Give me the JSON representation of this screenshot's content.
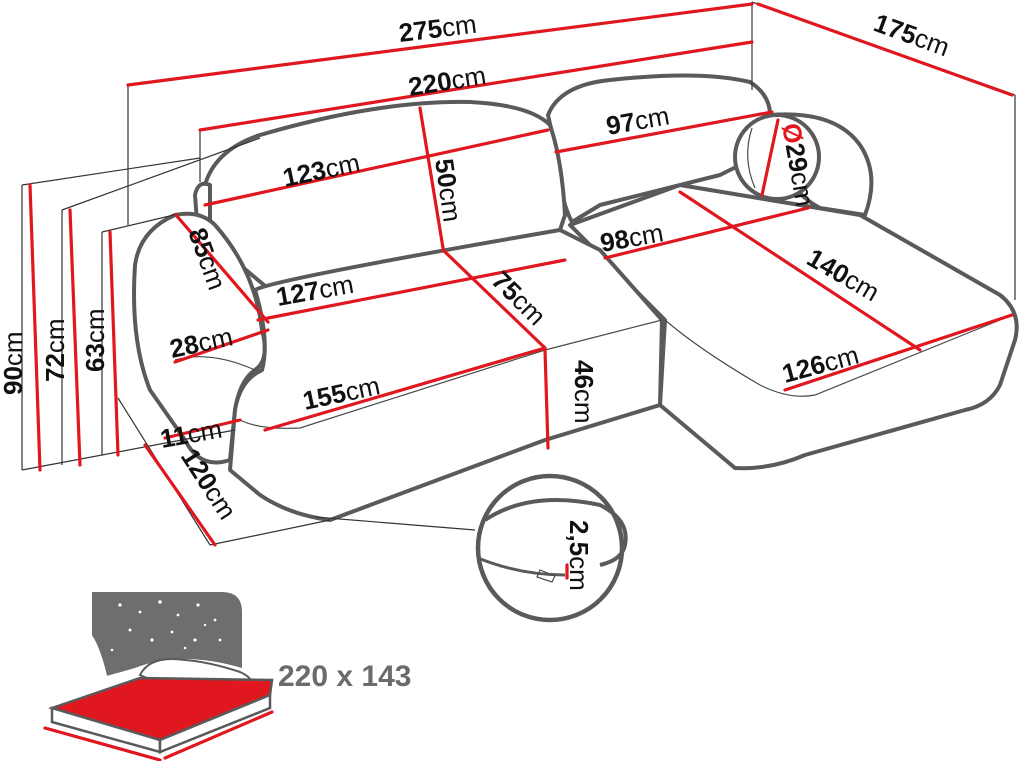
{
  "dimensions": {
    "total_width": {
      "value": "275",
      "unit": "cm"
    },
    "back_width": {
      "value": "220",
      "unit": "cm"
    },
    "depth_chaise": {
      "value": "175",
      "unit": "cm"
    },
    "left_back_cushion": {
      "value": "123",
      "unit": "cm"
    },
    "back_cushion_height": {
      "value": "50",
      "unit": "cm"
    },
    "right_back_cushion": {
      "value": "97",
      "unit": "cm"
    },
    "bolster_diameter": {
      "value": "29",
      "unit": "cm",
      "symbol": "Ø"
    },
    "armrest_length": {
      "value": "85",
      "unit": "cm"
    },
    "armrest_width": {
      "value": "28",
      "unit": "cm"
    },
    "seat_width": {
      "value": "127",
      "unit": "cm"
    },
    "seat_depth": {
      "value": "75",
      "unit": "cm"
    },
    "chaise_back_width": {
      "value": "98",
      "unit": "cm"
    },
    "chaise_length": {
      "value": "140",
      "unit": "cm"
    },
    "chaise_front_width": {
      "value": "126",
      "unit": "cm"
    },
    "front_width": {
      "value": "155",
      "unit": "cm"
    },
    "seat_height": {
      "value": "46",
      "unit": "cm"
    },
    "leg_height": {
      "value": "11",
      "unit": "cm"
    },
    "side_depth": {
      "value": "120",
      "unit": "cm"
    },
    "height_total": {
      "value": "90",
      "unit": "cm"
    },
    "height_back": {
      "value": "72",
      "unit": "cm"
    },
    "height_arm": {
      "value": "63",
      "unit": "cm"
    },
    "foot_height": {
      "value": "2,5",
      "unit": "cm"
    }
  },
  "sleeping_area": {
    "text": "220 x 143"
  },
  "colors": {
    "dimension_line": "#e0171f",
    "outline": "#5a5a5a",
    "bed_surface": "#e0171f",
    "night_sky": "#6e6e6e"
  }
}
